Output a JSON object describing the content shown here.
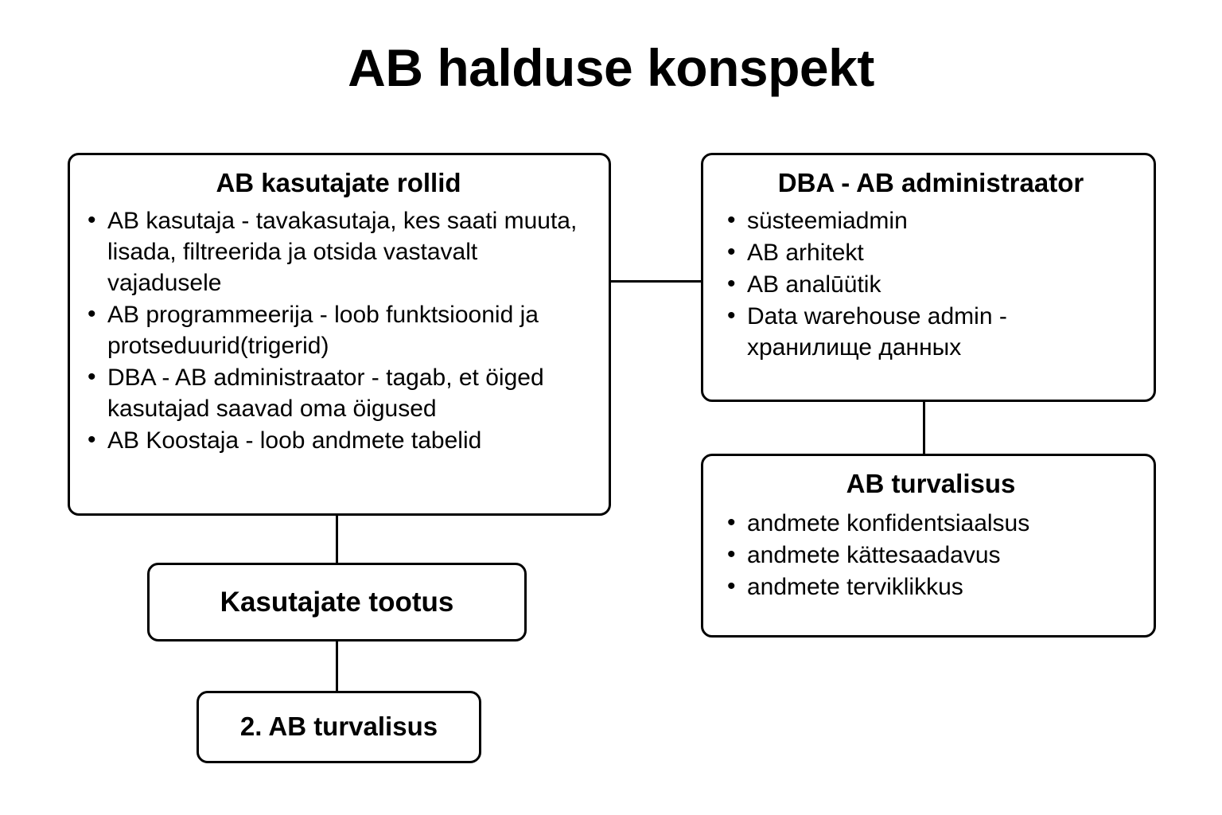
{
  "diagram": {
    "title": "AB halduse konspekt",
    "type": "flowchart",
    "nodes": [
      {
        "id": "roles",
        "title": "AB kasutajate rollid",
        "items": [
          "AB kasutaja - tavakasutaja, kes saati muuta, lisada, filtreerida ja otsida vastavalt vajadusele",
          "AB programmeerija - loob funktsioonid ja protseduurid(trigerid)",
          "DBA - AB administraator - tagab, et öiged kasutajad saavad oma öigused",
          "AB Koostaja - loob andmete tabelid"
        ]
      },
      {
        "id": "dba",
        "title": "DBA - AB administraator",
        "items": [
          "süsteemiadmin",
          "AB arhitekt",
          "AB analūütik",
          "Data warehouse admin - хранилище данных"
        ]
      },
      {
        "id": "security",
        "title": "AB turvalisus",
        "items": [
          "andmete konfidentsiaalsus",
          "andmete kättesaadavus",
          "andmete terviklikkus"
        ]
      },
      {
        "id": "output",
        "title": "Kasutajate tootus",
        "items": []
      },
      {
        "id": "security2",
        "title": "2. AB turvalisus",
        "items": []
      }
    ],
    "connectors": [
      {
        "from": "roles",
        "to": "dba",
        "orientation": "horizontal"
      },
      {
        "from": "dba",
        "to": "security",
        "orientation": "vertical"
      },
      {
        "from": "roles",
        "to": "output",
        "orientation": "vertical"
      },
      {
        "from": "output",
        "to": "security2",
        "orientation": "vertical"
      }
    ],
    "colors": {
      "background": "#ffffff",
      "stroke": "#000000",
      "text": "#000000"
    }
  }
}
